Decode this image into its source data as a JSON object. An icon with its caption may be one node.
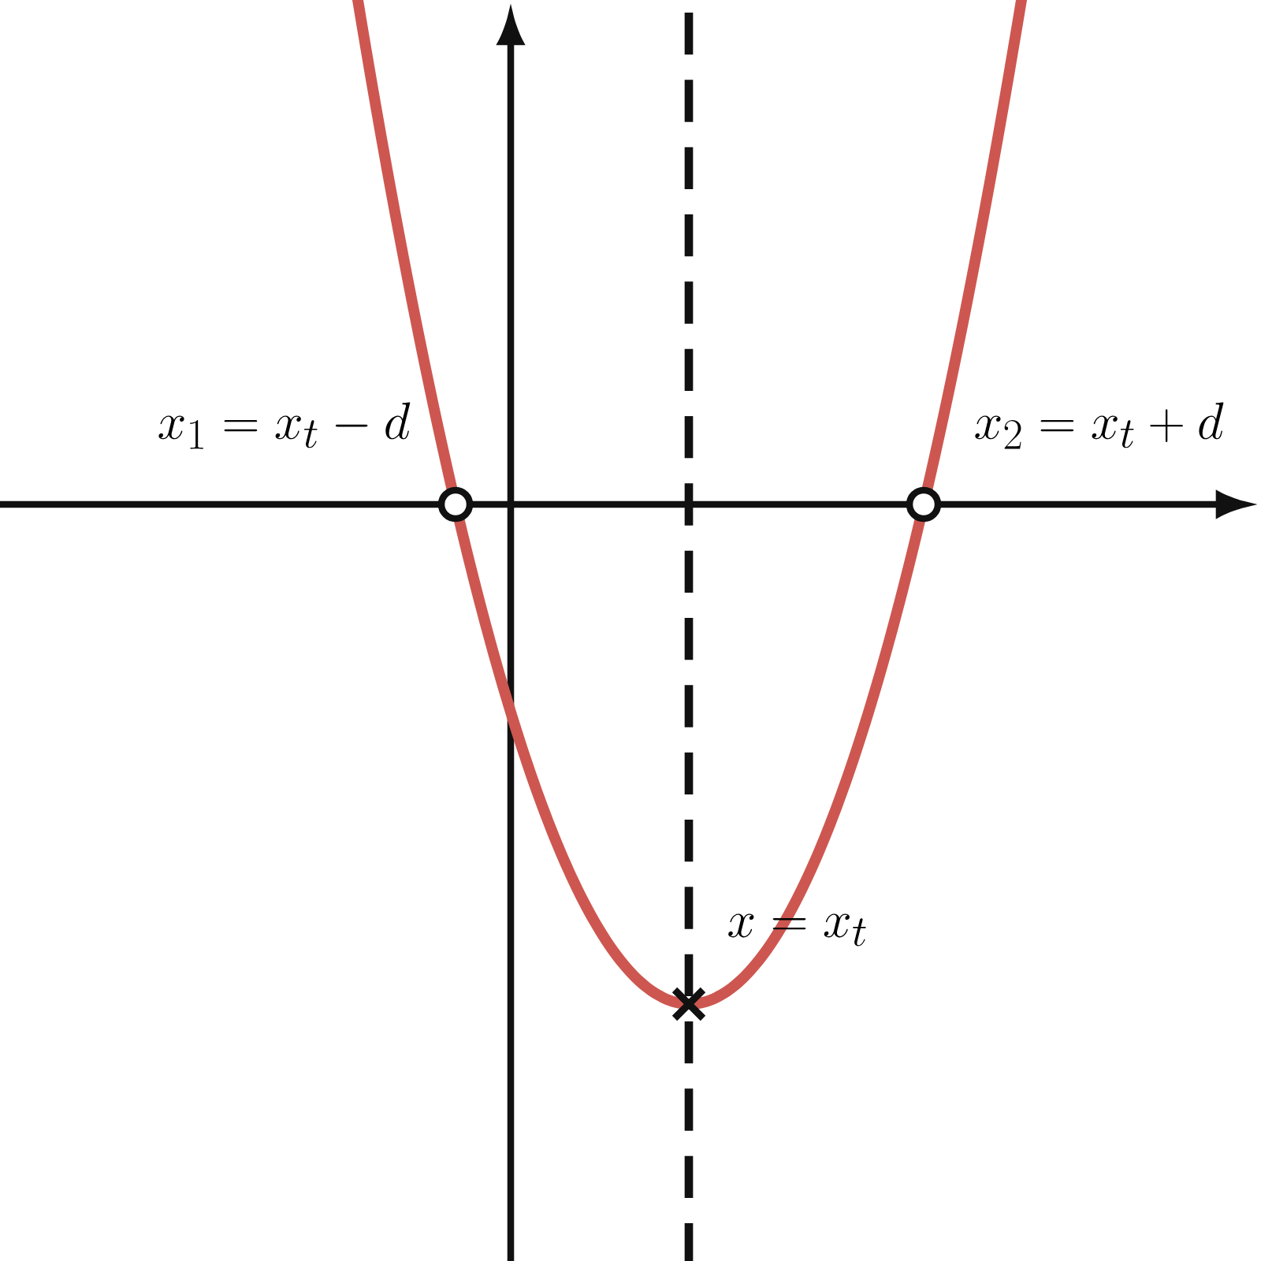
{
  "diagram": {
    "labels": [
      "x_1 = x_t - d",
      "x_2 = x_t + d",
      "x = x_t"
    ]
  }
}
